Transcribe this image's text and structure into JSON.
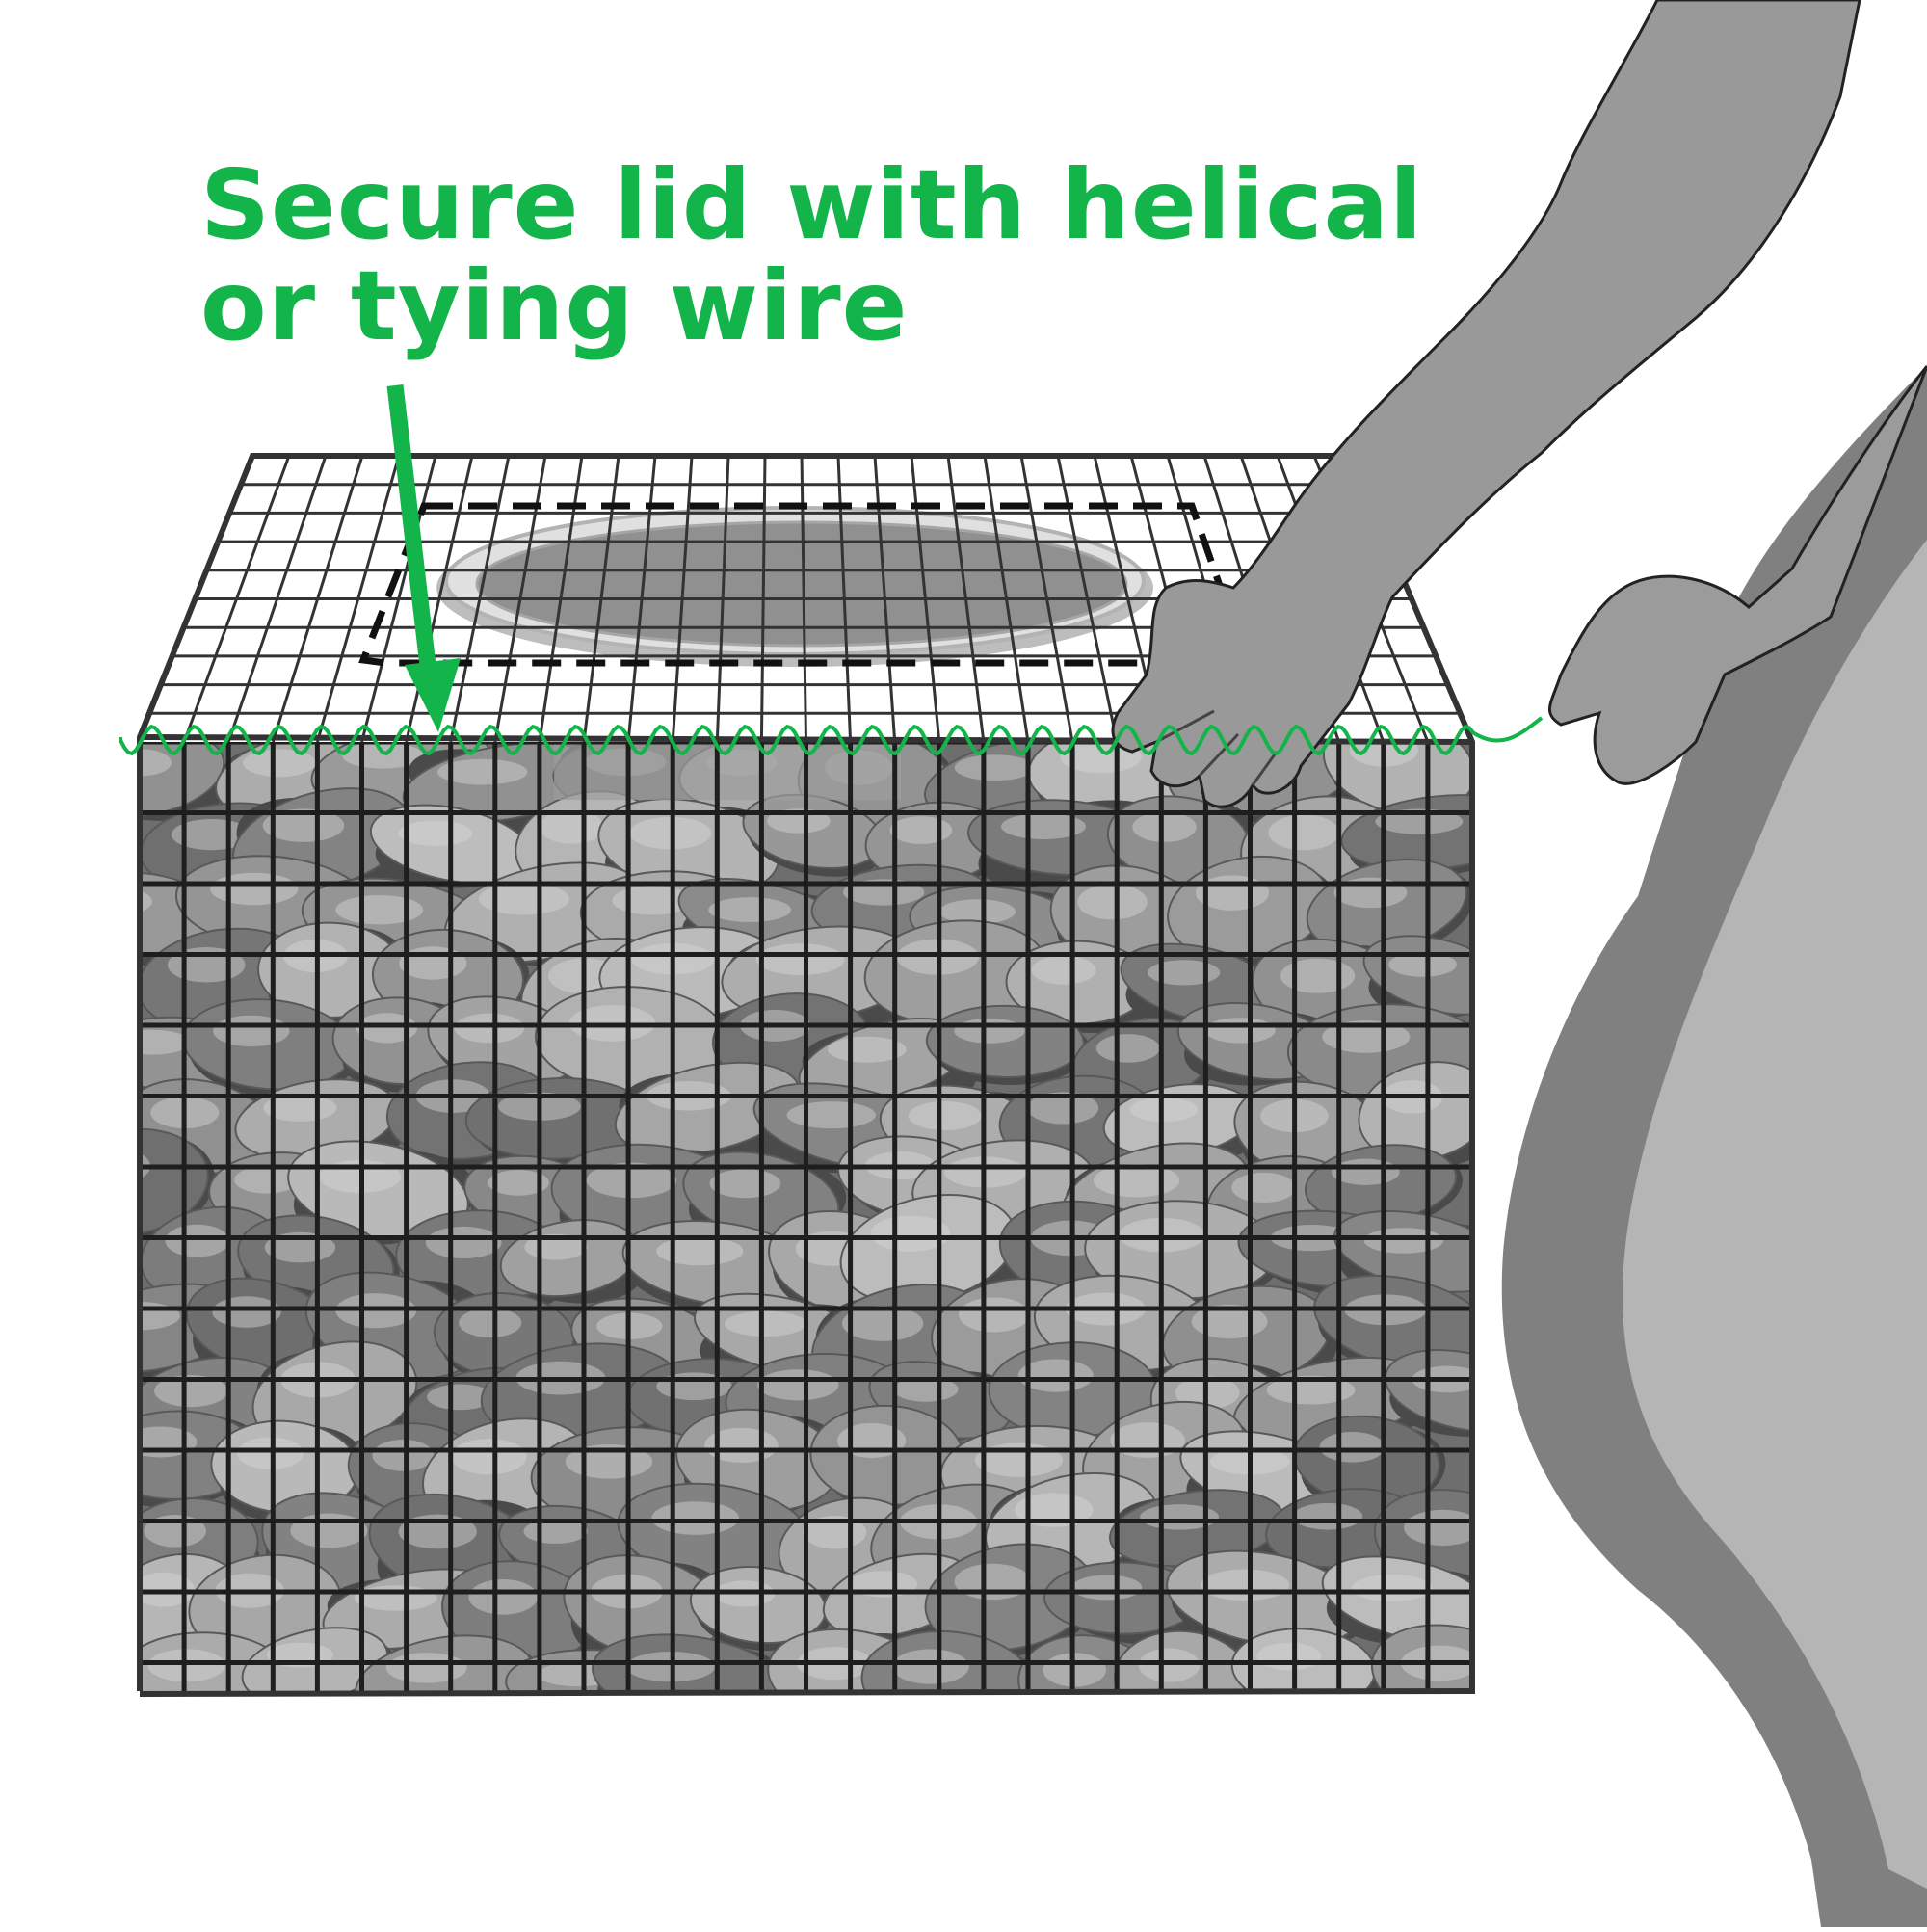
{
  "caption": {
    "line1": "Secure lid with helical",
    "line2": "or tying wire"
  },
  "colors": {
    "accent": "#13b54a",
    "mesh": "#1e1e1e",
    "stone_dark": "#5a5a5a",
    "stone_light": "#a9a9a9",
    "person": "#9b9b9b",
    "pipe_ring": "#c4c4c4",
    "pipe_inside": "#555555"
  },
  "icons": [
    "gabion-basket",
    "stone-fill",
    "pipe-opening",
    "dashed-cutout-outline",
    "helical-wire",
    "pointer-arrow",
    "worker-silhouette"
  ]
}
